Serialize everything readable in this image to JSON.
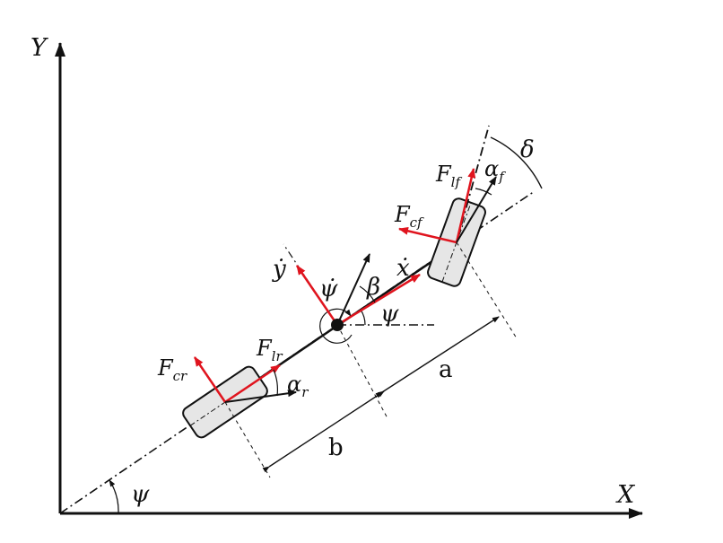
{
  "labels": {
    "y_axis": "Y",
    "x_axis": "X",
    "psi_ground": "ψ",
    "psi_body": "ψ",
    "psi_dot": "ψ̇",
    "beta": "β",
    "x_dot": "ẋ",
    "y_dot": "ẏ",
    "delta": "δ",
    "a": "a",
    "b": "b",
    "F_cr": {
      "main": "F",
      "sub": "cr"
    },
    "F_lr": {
      "main": "F",
      "sub": "lr"
    },
    "F_cf": {
      "main": "F",
      "sub": "cf"
    },
    "F_lf": {
      "main": "F",
      "sub": "lf"
    },
    "alpha_r": {
      "main": "α",
      "sub": "r"
    },
    "alpha_f": {
      "main": "α",
      "sub": "f"
    }
  },
  "colors": {
    "line": "#111111",
    "force": "#e0141e",
    "wheel_fill": "#e6e6e6",
    "background": "#ffffff"
  }
}
